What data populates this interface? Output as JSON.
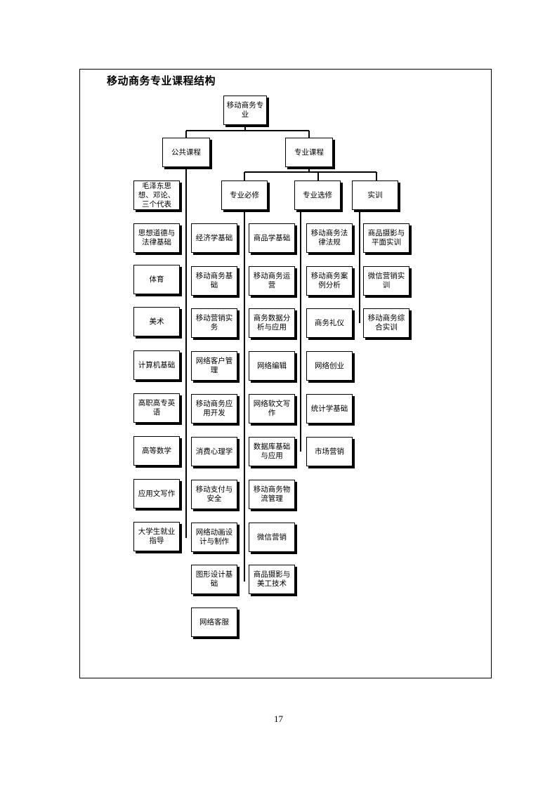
{
  "title": "移动商务专业课程结构",
  "page_number": "17",
  "root": {
    "label": "移动商务专业"
  },
  "public": {
    "label": "公共课程",
    "items": [
      "毛泽东思想、邓论、三个代表",
      "思想道德与法律基础",
      "体育",
      "美术",
      "计算机基础",
      "高职高专英语",
      "高等数学",
      "应用文写作",
      "大学生就业指导"
    ]
  },
  "professional": {
    "label": "专业课程",
    "required": {
      "label": "专业必修",
      "col1": [
        "经济学基础",
        "移动商务基础",
        "移动营销实务",
        "网络客户管理",
        "移动商务应用开发",
        "消费心理学",
        "移动支付与安全",
        "网络动画设计与制作",
        "图形设计基础",
        "网络客服"
      ],
      "col2": [
        "商品学基础",
        "移动商务运营",
        "商务数据分析与应用",
        "网络编辑",
        "网络软文写作",
        "数据库基础与应用",
        "移动商务物流管理",
        "微信营销",
        "商品摄影与美工技术"
      ]
    },
    "elective": {
      "label": "专业选修",
      "items": [
        "移动商务法律法规",
        "移动商务案例分析",
        "商务礼仪",
        "网络创业",
        "统计学基础",
        "市场营销"
      ]
    },
    "practice": {
      "label": "实训",
      "items": [
        "商品摄影与平面实训",
        "微信营销实训",
        "移动商务综合实训"
      ]
    }
  }
}
